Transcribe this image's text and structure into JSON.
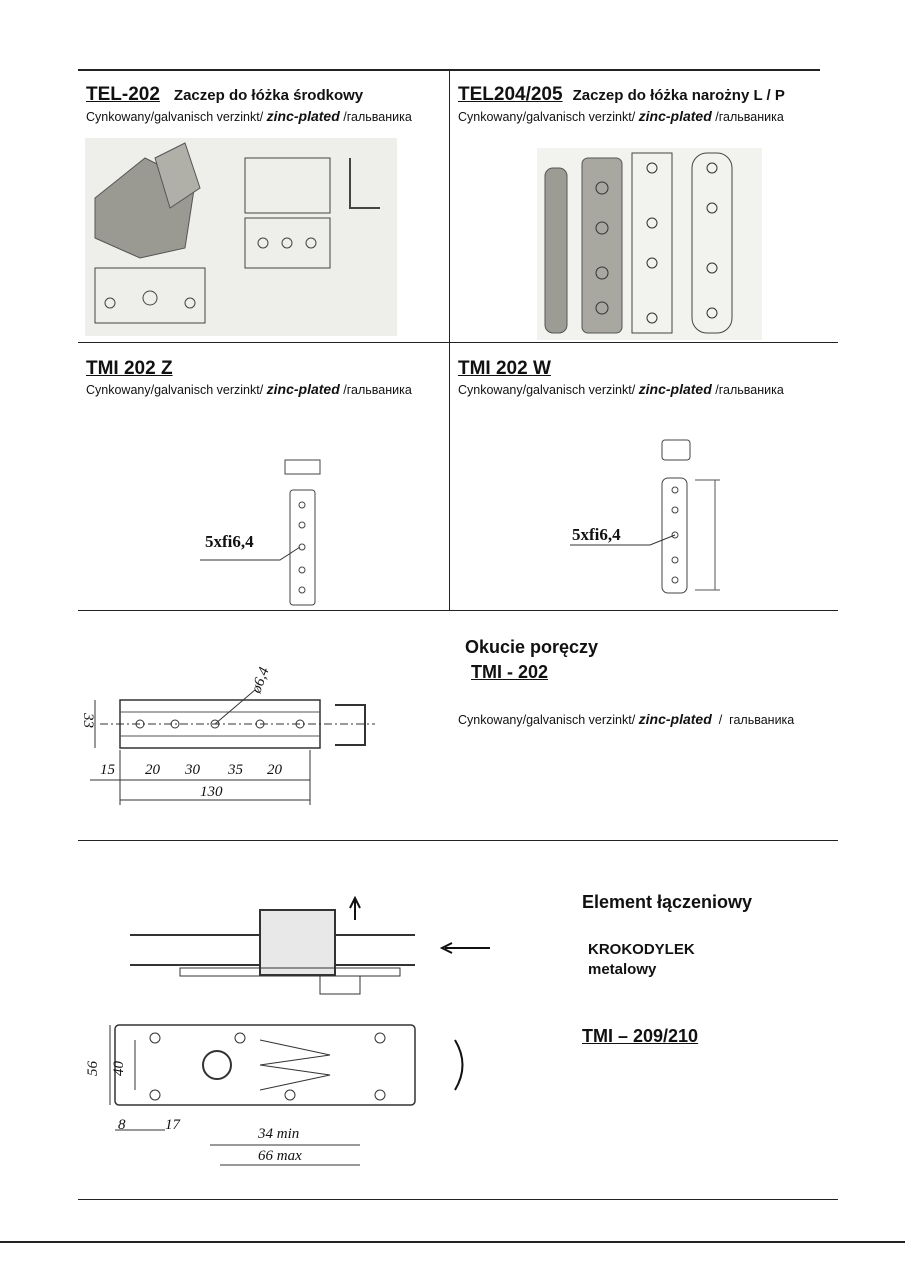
{
  "finish": {
    "pl_de": "Cynkowany/galvanisch verzinkt/",
    "en": "zinc-plated",
    "sep": "/",
    "ru": "гальваника"
  },
  "items": [
    {
      "code": "TEL-202",
      "name": "Zaczep do łóżka środkowy"
    },
    {
      "code": "TEL204/205",
      "name": "Zaczep do łóżka narożny  L / P"
    },
    {
      "code": "TMI 202 Z",
      "label": "5xfi6,4"
    },
    {
      "code": "TMI 202 W",
      "label": "5xfi6,4"
    },
    {
      "name": "Okucie poręczy",
      "code": "TMI - 202",
      "dims": {
        "dia": "ø6,4",
        "height": "33",
        "d1": "15",
        "d2": "20",
        "d3": "30",
        "d4": "35",
        "d5": "20",
        "total": "130"
      }
    },
    {
      "name": "Element  łączeniowy",
      "sub1": "KROKODYLEK",
      "sub2": "metalowy",
      "code": "TMI – 209/210",
      "dims": {
        "h": "56",
        "h2": "40",
        "a": "8",
        "b": "17",
        "min": "34 min",
        "max": "66 max"
      }
    }
  ]
}
